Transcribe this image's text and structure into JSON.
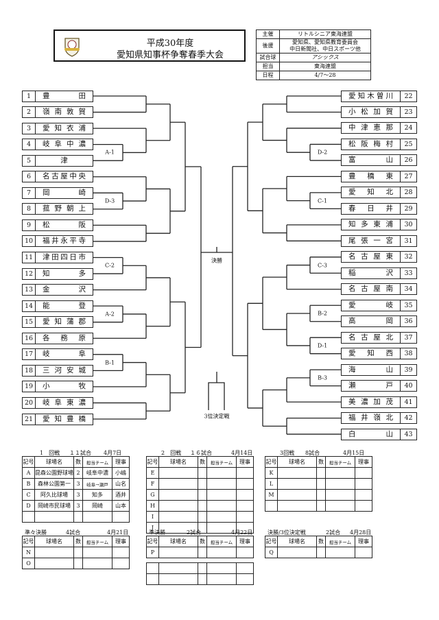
{
  "header": {
    "title_line1": "平成30年度",
    "title_line2": "愛知県知事杯争奪春季大会",
    "logo_alt": "リトルシニア"
  },
  "info": [
    {
      "label": "主催",
      "value": "リトルシニア東海連盟"
    },
    {
      "label": "後援",
      "value": "愛知県、愛知県教育委員会",
      "value2": "中日新聞社、中日スポーツ他"
    },
    {
      "label": "試合球",
      "value": "アシックス"
    },
    {
      "label": "担当",
      "value": "東海連盟"
    },
    {
      "label": "日程",
      "value": "4/7〜28"
    }
  ],
  "teams_left": [
    {
      "no": "1",
      "name": "豊田"
    },
    {
      "no": "2",
      "name": "嶺南敦賀"
    },
    {
      "no": "3",
      "name": "愛知衣浦"
    },
    {
      "no": "4",
      "name": "岐阜中濃"
    },
    {
      "no": "5",
      "name": "津"
    },
    {
      "no": "6",
      "name": "名古屋中央"
    },
    {
      "no": "7",
      "name": "岡崎"
    },
    {
      "no": "8",
      "name": "菰野朝上"
    },
    {
      "no": "9",
      "name": "松阪"
    },
    {
      "no": "10",
      "name": "福井永平寺"
    },
    {
      "no": "11",
      "name": "津田四日市"
    },
    {
      "no": "12",
      "name": "知多"
    },
    {
      "no": "13",
      "name": "金沢"
    },
    {
      "no": "14",
      "name": "能登"
    },
    {
      "no": "15",
      "name": "愛知蒲郡"
    },
    {
      "no": "16",
      "name": "各務原"
    },
    {
      "no": "17",
      "name": "岐阜"
    },
    {
      "no": "18",
      "name": "三河安城"
    },
    {
      "no": "19",
      "name": "小牧"
    },
    {
      "no": "20",
      "name": "岐阜東濃"
    },
    {
      "no": "21",
      "name": "愛知豊橋"
    }
  ],
  "teams_right": [
    {
      "no": "22",
      "name": "愛知木曽川"
    },
    {
      "no": "23",
      "name": "小松加賀"
    },
    {
      "no": "24",
      "name": "中津恵那"
    },
    {
      "no": "25",
      "name": "松阪梅村"
    },
    {
      "no": "26",
      "name": "富山"
    },
    {
      "no": "27",
      "name": "豊橋東"
    },
    {
      "no": "28",
      "name": "愛知北"
    },
    {
      "no": "29",
      "name": "春日井"
    },
    {
      "no": "30",
      "name": "知多東浦"
    },
    {
      "no": "31",
      "name": "尾張一宮"
    },
    {
      "no": "32",
      "name": "名古屋東"
    },
    {
      "no": "33",
      "name": "稲沢"
    },
    {
      "no": "34",
      "name": "名古屋南"
    },
    {
      "no": "35",
      "name": "愛岐"
    },
    {
      "no": "36",
      "name": "高岡"
    },
    {
      "no": "37",
      "name": "名古屋北"
    },
    {
      "no": "38",
      "name": "愛知西"
    },
    {
      "no": "39",
      "name": "海山"
    },
    {
      "no": "40",
      "name": "瀬戸"
    },
    {
      "no": "41",
      "name": "美濃加茂"
    },
    {
      "no": "42",
      "name": "福井嶺北"
    },
    {
      "no": "43",
      "name": "白山"
    }
  ],
  "bracket_labels": {
    "A1": "A-1",
    "D3": "D-3",
    "C2": "C-2",
    "A2": "A-2",
    "B1": "B-1",
    "D2": "D-2",
    "C1": "C-1",
    "C3": "C-3",
    "B2": "B-2",
    "D1": "D-1",
    "B3": "B-3",
    "final": "決勝",
    "third": "3位決定戦"
  },
  "schedule": [
    {
      "round": "1　回戦",
      "games": "１１試合",
      "date": "4月7日",
      "columns": [
        "記号",
        "球場名",
        "数",
        "担当チーム",
        "理事"
      ],
      "rows": [
        [
          "A",
          "昆森公園野球場",
          "2",
          "岐阜中濃",
          "小嶋"
        ],
        [
          "B",
          "森林公園第一",
          "3",
          "岐阜→瀬戸",
          "山名"
        ],
        [
          "C",
          "阿久比球場",
          "3",
          "知多",
          "酒井"
        ],
        [
          "D",
          "岡崎市民球場",
          "3",
          "岡崎",
          "山本"
        ],
        [
          "",
          "",
          "",
          "",
          ""
        ]
      ]
    },
    {
      "round": "2　回戦",
      "games": "１６試合",
      "date": "4月14日",
      "columns": [
        "記号",
        "球場名",
        "数",
        "担当チーム",
        "理事"
      ],
      "rows": [
        [
          "E",
          "",
          "",
          "",
          ""
        ],
        [
          "F",
          "",
          "",
          "",
          ""
        ],
        [
          "G",
          "",
          "",
          "",
          ""
        ],
        [
          "H",
          "",
          "",
          "",
          ""
        ],
        [
          "I",
          "",
          "",
          "",
          ""
        ],
        [
          "J",
          "",
          "",
          "",
          ""
        ]
      ]
    },
    {
      "round": "3回戦",
      "games": "8試合",
      "date": "4月15日",
      "columns": [
        "記号",
        "球場名",
        "数",
        "担当チーム",
        "理事"
      ],
      "rows": [
        [
          "K",
          "",
          "",
          "",
          ""
        ],
        [
          "L",
          "",
          "",
          "",
          ""
        ],
        [
          "M",
          "",
          "",
          "",
          ""
        ],
        [
          "",
          "",
          "",
          "",
          ""
        ]
      ]
    },
    {
      "round": "準々決勝",
      "games": "4試合",
      "date": "4月21日",
      "columns": [
        "記号",
        "球場名",
        "数",
        "担当チーム",
        "理事"
      ],
      "rows": [
        [
          "N",
          "",
          "",
          "",
          ""
        ],
        [
          "O",
          "",
          "",
          "",
          ""
        ]
      ]
    },
    {
      "round": "準決勝",
      "games": "2試合",
      "date": "4月22日",
      "columns": [
        "記号",
        "球場名",
        "数",
        "担当チーム",
        "理事"
      ],
      "rows": [
        [
          "P",
          "",
          "",
          "",
          ""
        ]
      ]
    },
    {
      "round": "決勝/3位決定戦",
      "games": "2試合",
      "date": "4月28日",
      "columns": [
        "記号",
        "球場名",
        "数",
        "担当チーム",
        "理事"
      ],
      "rows": [
        [
          "Q",
          "",
          "",
          "",
          ""
        ]
      ]
    }
  ],
  "extra_table_rows": [
    [
      "",
      "",
      "",
      "",
      ""
    ],
    [
      "",
      "",
      "",
      "",
      ""
    ]
  ]
}
